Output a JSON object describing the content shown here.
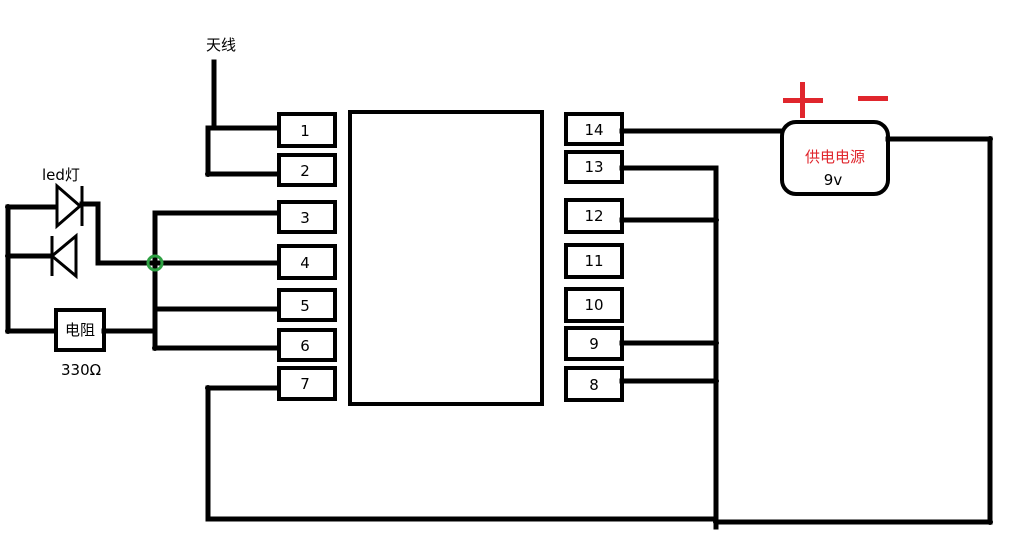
{
  "labels": {
    "antenna": "天线",
    "led": "led灯",
    "resistor": "电阻",
    "resistance": "330Ω",
    "power_name": "供电电源",
    "power_voltage": "9v",
    "plus": "+",
    "minus": "−"
  },
  "pins_left": [
    "1",
    "2",
    "3",
    "4",
    "5",
    "6",
    "7"
  ],
  "pins_right": [
    "14",
    "13",
    "12",
    "11",
    "10",
    "9",
    "8"
  ],
  "colors": {
    "line": "#000000",
    "power_label": "#e0262d",
    "junction_marker": "#2ea043"
  }
}
